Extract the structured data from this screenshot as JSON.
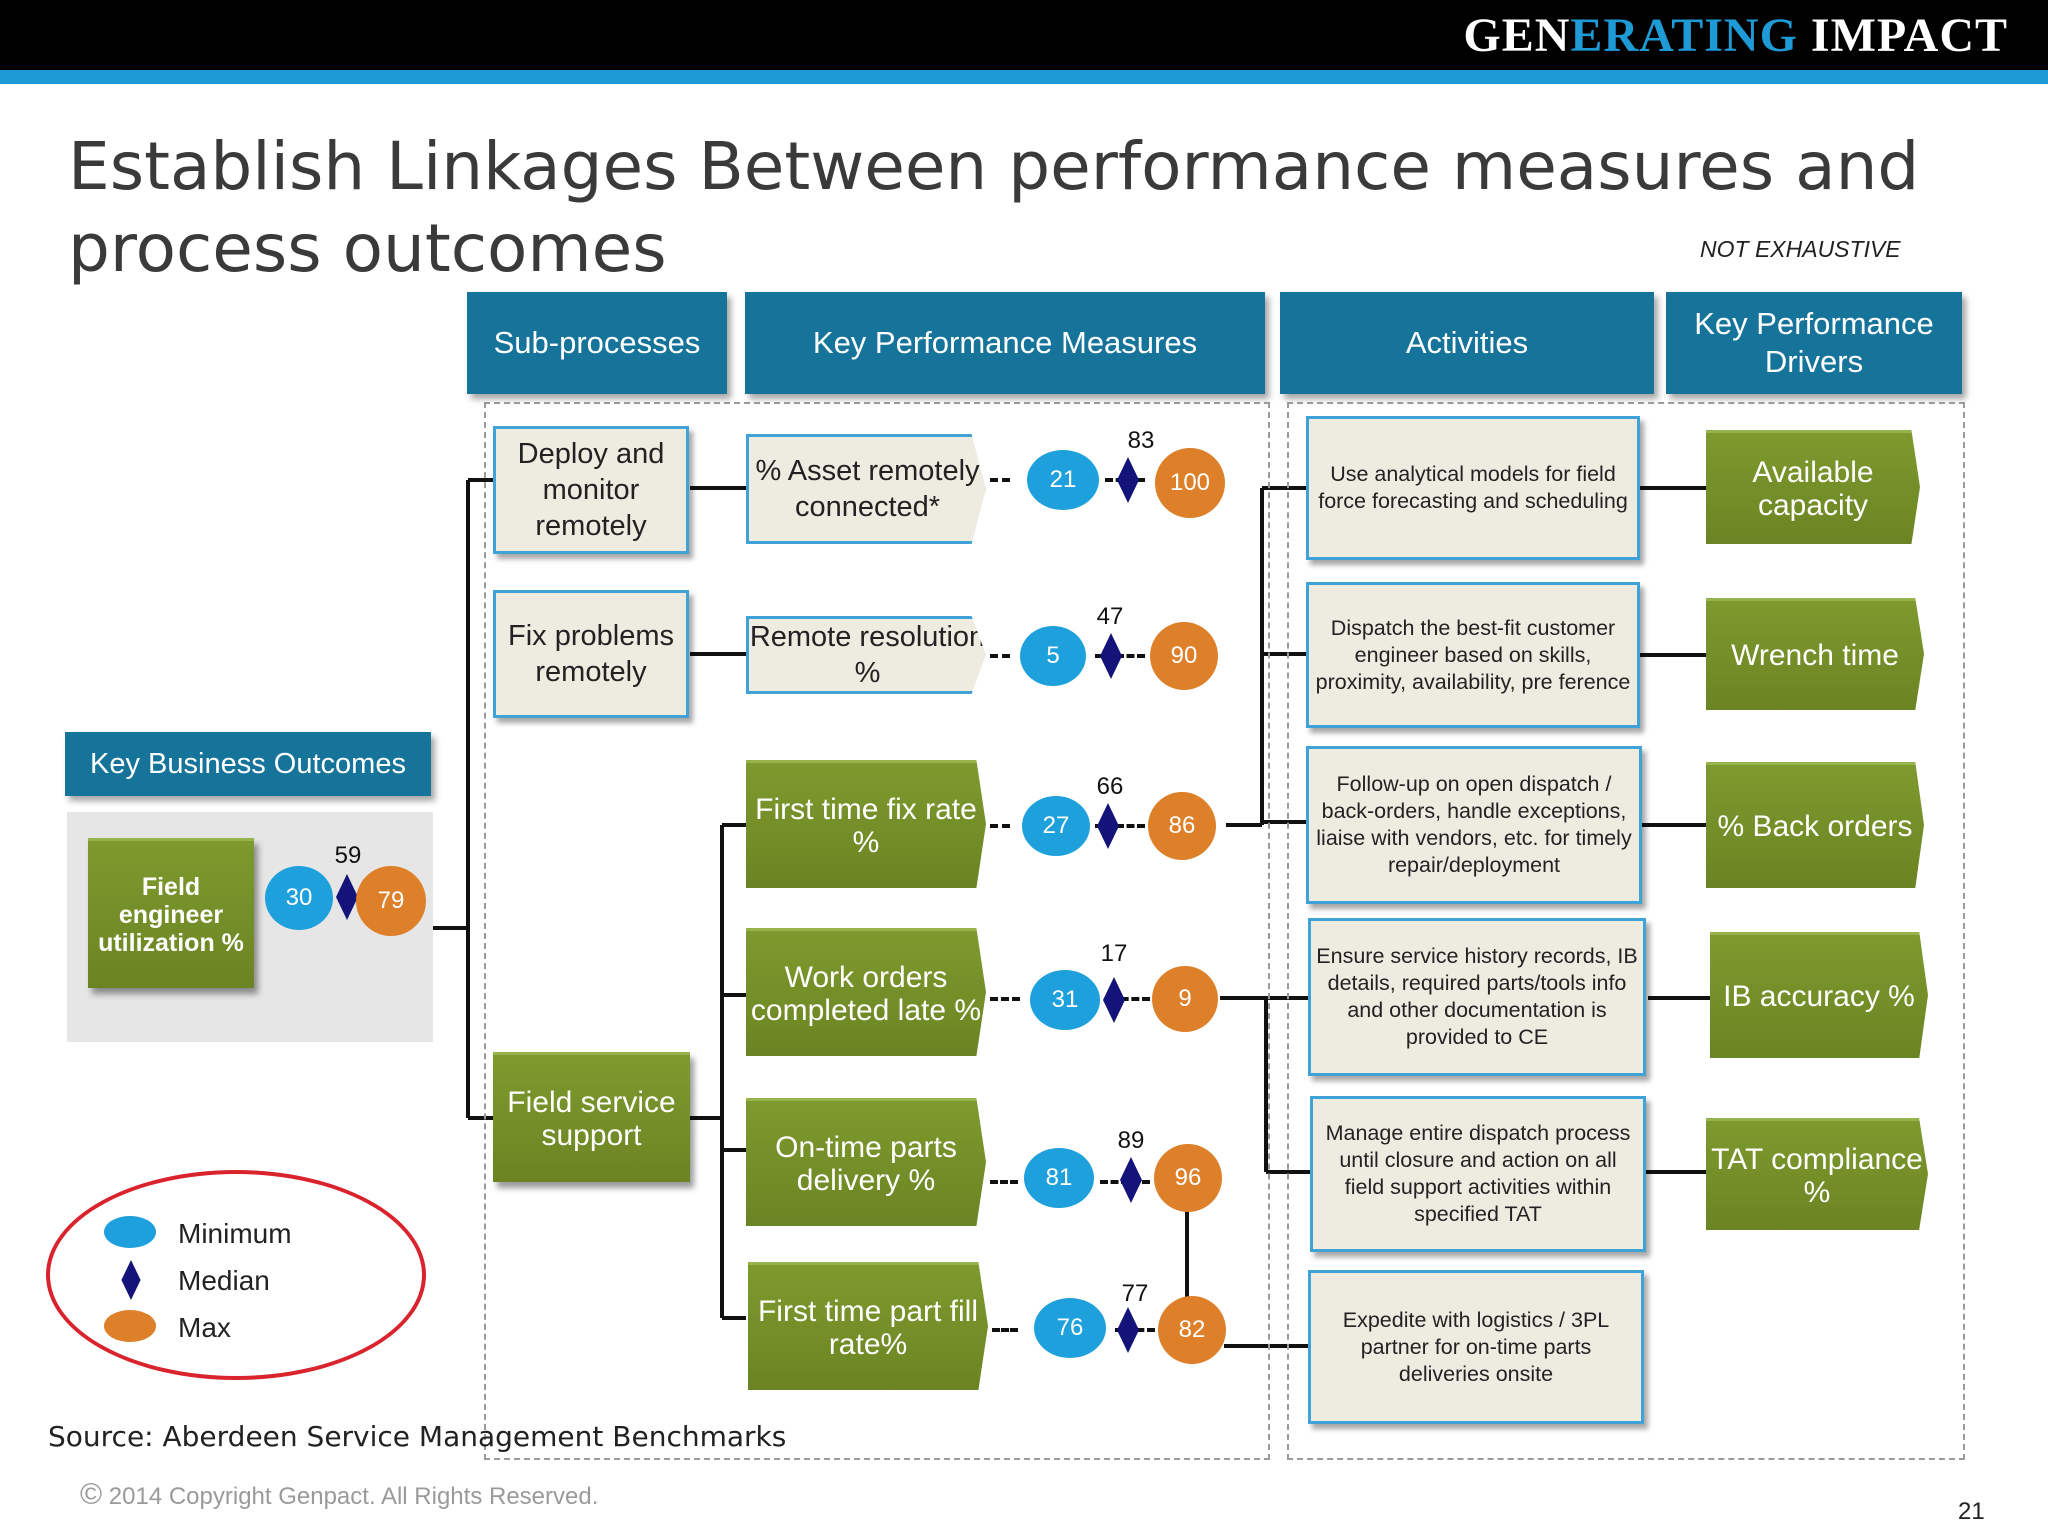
{
  "header": {
    "brand_part1": "GEN",
    "brand_part2": "ERATING ",
    "brand_part3": "IM",
    "brand_part4": "PACT",
    "title": "Establish Linkages Between performance measures and process outcomes",
    "note": "NOT EXHAUSTIVE"
  },
  "colors": {
    "header_blue": "#16739a",
    "accent_blue": "#1e9ad6",
    "green": "#76912a",
    "min_blue": "#1ea0dc",
    "median_navy": "#13137a",
    "max_orange": "#de8029",
    "legend_red": "#d9232d"
  },
  "columns": {
    "subprocesses": "Sub-processes",
    "kpm": "Key Performance Measures",
    "activities": "Activities",
    "drivers": "Key Performance Drivers"
  },
  "key_business_outcomes": {
    "header": "Key Business Outcomes",
    "outcome": "Field engineer utilization %",
    "min": "30",
    "median": "59",
    "max": "79"
  },
  "subprocesses": [
    "Deploy and monitor remotely",
    "Fix problems remotely",
    "Field service support"
  ],
  "kpms": [
    {
      "label": "% Asset remotely connected*",
      "min": "21",
      "median": "83",
      "max": "100"
    },
    {
      "label": "Remote resolution %",
      "min": "5",
      "median": "47",
      "max": "90"
    },
    {
      "label": "First time fix rate %",
      "min": "27",
      "median": "66",
      "max": "86"
    },
    {
      "label": "Work orders completed late %",
      "min": "31",
      "median": "17",
      "max": "9"
    },
    {
      "label": "On-time parts delivery %",
      "min": "81",
      "median": "89",
      "max": "96"
    },
    {
      "label": "First time part fill rate%",
      "min": "76",
      "median": "77",
      "max": "82"
    }
  ],
  "activities": [
    "Use analytical models for field force forecasting and scheduling",
    "Dispatch the best-fit customer engineer based on skills, proximity,  availability, pre ference",
    "Follow-up on open dispatch / back-orders, handle exceptions, liaise with vendors, etc. for timely repair/deployment",
    "Ensure service history records, IB details, required parts/tools info and other documentation is provided to CE",
    "Manage entire dispatch process until closure and action on all field support activities within specified TAT",
    "Expedite with logistics / 3PL partner for on-time parts deliveries onsite"
  ],
  "drivers": [
    "Available capacity",
    "Wrench time",
    "% Back orders",
    "IB accuracy %",
    "TAT compliance %"
  ],
  "legend": {
    "minimum": "Minimum",
    "median": "Median",
    "max": "Max"
  },
  "footer": {
    "source": "Source:  Aberdeen Service Management Benchmarks",
    "copyright_symbol": "©",
    "copyright": " 2014 Copyright Genpact. All Rights Reserved.",
    "page_number": "21"
  }
}
